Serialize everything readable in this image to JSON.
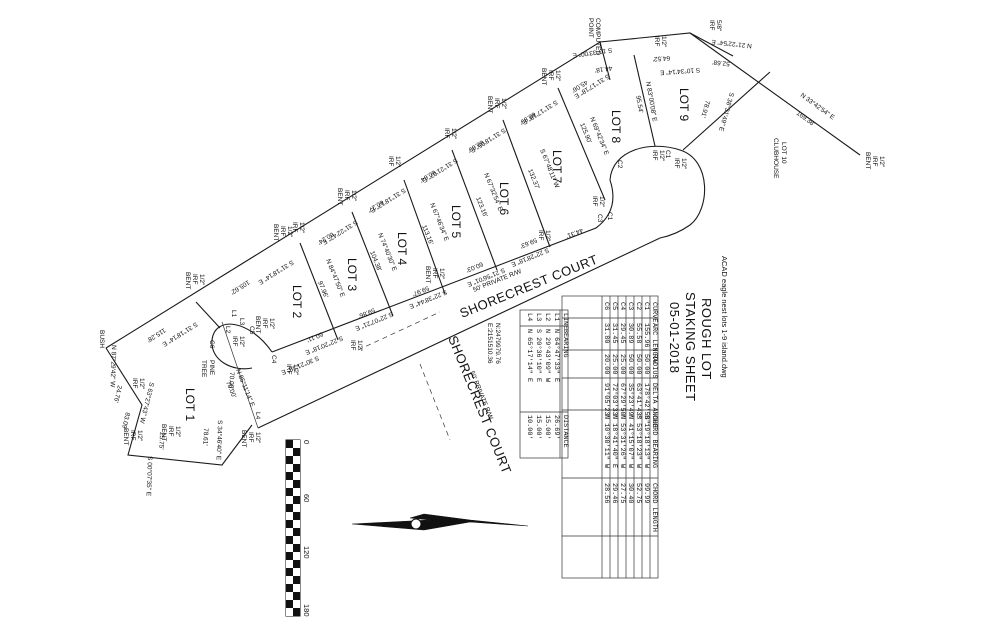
{
  "titles": {
    "main1": "ROUGH LOT",
    "main2": "STAKING SHEET",
    "date": "05-01-2018",
    "file": "ACAD eagle nest lots 1-9 island.dwg"
  },
  "streets": {
    "name_top": "SHORECREST COURT",
    "row_top": "50' PRIVATE R/W",
    "name_bottom": "SHORECREST COURT",
    "row_bottom": "50' PRIVATE R/W"
  },
  "lots": [
    "LOT 1",
    "LOT 2",
    "LOT 3",
    "LOT 4",
    "LOT 5",
    "LOT 6",
    "LOT 7",
    "LOT 8",
    "LOT 9"
  ],
  "lot10": [
    "LOT 10",
    "CLUBHOUSE"
  ],
  "coords": [
    "N:2479979.76",
    "E:2151510.36"
  ],
  "markers": {
    "computed_point": [
      "COMPUTED",
      "POINT"
    ],
    "bush": "BUSH",
    "pine_tree": [
      "PINE",
      "TREE"
    ],
    "irf_half": "1/2\"",
    "irf": "IRF",
    "bent": "BENT",
    "irf_5_8": "5/8\""
  },
  "bearings": {
    "top_chain": [
      "S 10°33'00\" E",
      "44.18'",
      "S 31°17'18\" E",
      "45.06'",
      "S 31°17'18\" E",
      "60.89'",
      "S 31°18'05\" E",
      "60.69'",
      "S 31°21'07\" E",
      "60.64'",
      "S 31°18'17\" E",
      "60.27'",
      "S 31°22'47\" E",
      "60.24'",
      "S 31°18'14\" E",
      "105.62'",
      "S 31°18'14\" E",
      "115.28'"
    ],
    "top_right": [
      "N 21°22'54\" E",
      "52.68'",
      "64.52'",
      "S 10°34'14\" E"
    ],
    "clubhouse_line": [
      "N 33°42'54\" E",
      "169.38'"
    ],
    "lot9_8": [
      "N 83°00'08\" E",
      "95.54'"
    ],
    "lot9_right": [
      "S 38°31'49\" E",
      "78.91'"
    ],
    "lot8_7": [
      "N 69°42'34\" E",
      "125.90'"
    ],
    "lot7_6": [
      "S 67°48'11\" W",
      "132.37'"
    ],
    "lot6_5": [
      "N 67°32'54\" E",
      "123.16'"
    ],
    "lot5_4": [
      "N 67°46'34\" E",
      "113.16'"
    ],
    "lot4_3": [
      "N 74°40'30\" E",
      "104.38'"
    ],
    "lot3_2": [
      "N 84°47'50\" E",
      "97.96'"
    ],
    "lot2_1": [
      "N 85°11'14\" E",
      "70.00'"
    ],
    "front_chain": [
      "44.31'",
      "S 22°28'18\" E",
      "59.63'",
      "S 21°56'01\" E",
      "60.03'",
      "S 22°38'44\" E",
      "59.97'",
      "S 22°07'21\" E",
      "59.86'",
      "S 22°20'18\" E",
      "60.11'",
      "S 30°21'39\" E"
    ],
    "left": [
      "N 87°29'42\" W",
      "24.76'",
      "S 63°27'43\" W",
      "83.09'",
      "S 00°07'35\" E",
      "25.75'",
      "78.61'",
      "S 34°46'40\" E",
      "70.00'"
    ]
  },
  "curve_labels": [
    "C1",
    "C1",
    "C2",
    "C3",
    "C4",
    "C5",
    "C6",
    "L1",
    "L2",
    "L3",
    "L4"
  ],
  "curve_table": {
    "headers": [
      "CURVE",
      "ARC LENGTH",
      "RADIUS",
      "DELTA ANGLE",
      "CHORD BEARING",
      "CHORD LENGTH"
    ],
    "rows": [
      [
        "C1",
        "155.96",
        "50.00",
        "178°42'58\"",
        "S 19°18'13\" W",
        "99.99"
      ],
      [
        "C2",
        "55.58",
        "50.00",
        "63°41'43\"",
        "S 53°18'23\" W",
        "52.75"
      ],
      [
        "C3",
        "30.89",
        "50.00",
        "35°23'49\"",
        "N 41°15'07\" W",
        "30.40"
      ],
      [
        "C4",
        "29.45",
        "25.00",
        "67°29'50\"",
        "N 53°31'26\" W",
        "27.75"
      ],
      [
        "C5",
        "31.45",
        "25.00",
        "72°03'33\"",
        "N 18°41'40\" E",
        "29.46"
      ],
      [
        "C6",
        "31.80",
        "20.00",
        "91°05'23\"",
        "N 10°30'11\" W",
        "28.56"
      ]
    ]
  },
  "line_table": {
    "headers": [
      "LINE",
      "BEARING",
      "DISTANCE"
    ],
    "rows": [
      [
        "L1",
        "N 64°47'33\" E",
        "26.69'"
      ],
      [
        "L2",
        "N 29°43'09\" W",
        "15.00'"
      ],
      [
        "L3",
        "S 20°36'10\" E",
        "15.00'"
      ],
      [
        "L4",
        "N 65°17'14\" E",
        "10.00'"
      ]
    ]
  },
  "scale_labels": [
    "0",
    "60",
    "120",
    "180"
  ]
}
